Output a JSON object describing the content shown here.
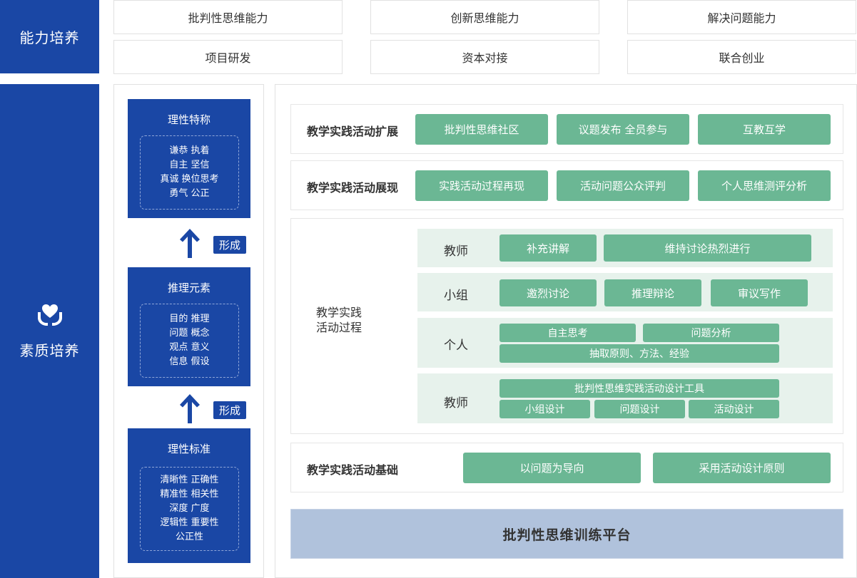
{
  "ability": {
    "label": "能力培养",
    "items": [
      "批判性思维能力",
      "创新思维能力",
      "解决问题能力",
      "项目研发",
      "资本对接",
      "联合创业"
    ]
  },
  "quality": {
    "label": "素质培养",
    "icon": "hands-heart-icon"
  },
  "traits": {
    "box1": {
      "title": "理性特称",
      "lines": [
        "谦恭  执着",
        "自主  坚信",
        "真诚  换位思考",
        "勇气  公正"
      ]
    },
    "box2": {
      "title": "推理元素",
      "lines": [
        "目的  推理",
        "问题  概念",
        "观点  意义",
        "信息  假设"
      ]
    },
    "box3": {
      "title": "理性标准",
      "lines": [
        "清晰性  正确性",
        "精准性  相关性",
        "深度  广度",
        "逻辑性  重要性",
        "公正性"
      ]
    },
    "form_label": "形成"
  },
  "rows": {
    "expand": {
      "label": "教学实践活动扩展",
      "buttons": [
        "批判性思维社区",
        "议题发布 全员参与",
        "互教互学"
      ]
    },
    "show": {
      "label": "教学实践活动展现",
      "buttons": [
        "实践活动过程再现",
        "活动问题公众评判",
        "个人思维测评分析"
      ]
    },
    "process": {
      "label_line1": "教学实践",
      "label_line2": "活动过程",
      "teacher1": {
        "role": "教师",
        "buttons": [
          "补充讲解",
          "维持讨论热烈进行"
        ]
      },
      "group": {
        "role": "小组",
        "buttons": [
          "邀烈讨论",
          "推理辩论",
          "审议写作"
        ]
      },
      "person": {
        "role": "个人",
        "buttons": [
          "自主思考",
          "问题分析",
          "抽取原则、方法、经验"
        ]
      },
      "teacher2": {
        "role": "教师",
        "buttons": [
          "批判性思维实践活动设计工具",
          "小组设计",
          "问题设计",
          "活动设计"
        ]
      }
    },
    "base": {
      "label": "教学实践活动基础",
      "buttons": [
        "以问题为导向",
        "采用活动设计原则"
      ]
    }
  },
  "platform": "批判性思维训练平台",
  "colors": {
    "blue": "#1a47a5",
    "green": "#6bb794",
    "light_green": "#e7f2ec",
    "platform": "#b0c2dc"
  }
}
